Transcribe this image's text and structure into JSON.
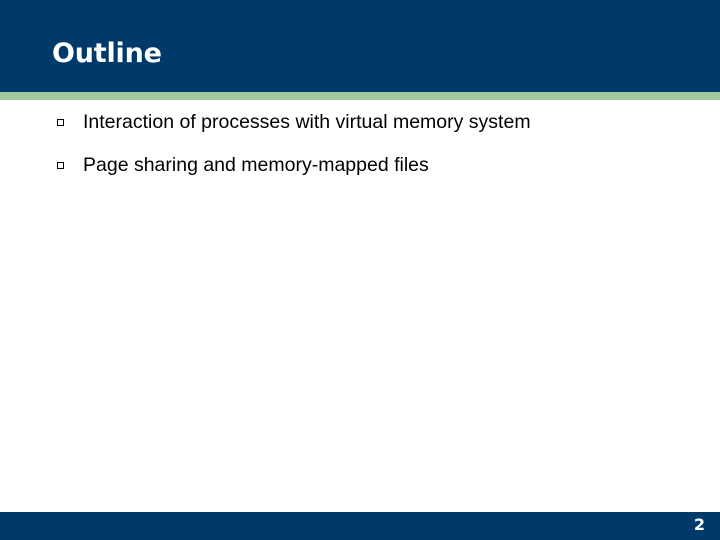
{
  "slide": {
    "title": "Outline",
    "page_number": "2",
    "bullets": [
      {
        "marker": "hollow-square-bullet-icon",
        "text": "Interaction of processes with virtual memory system"
      },
      {
        "marker": "hollow-square-bullet-icon",
        "text": "Page sharing and memory-mapped files"
      }
    ],
    "colors": {
      "header_blue": "#003a6b",
      "accent_green": "#a0c89c",
      "footer_blue": "#003a6b",
      "title_text": "#ffffff",
      "body_text": "#000000",
      "background": "#ffffff"
    }
  }
}
